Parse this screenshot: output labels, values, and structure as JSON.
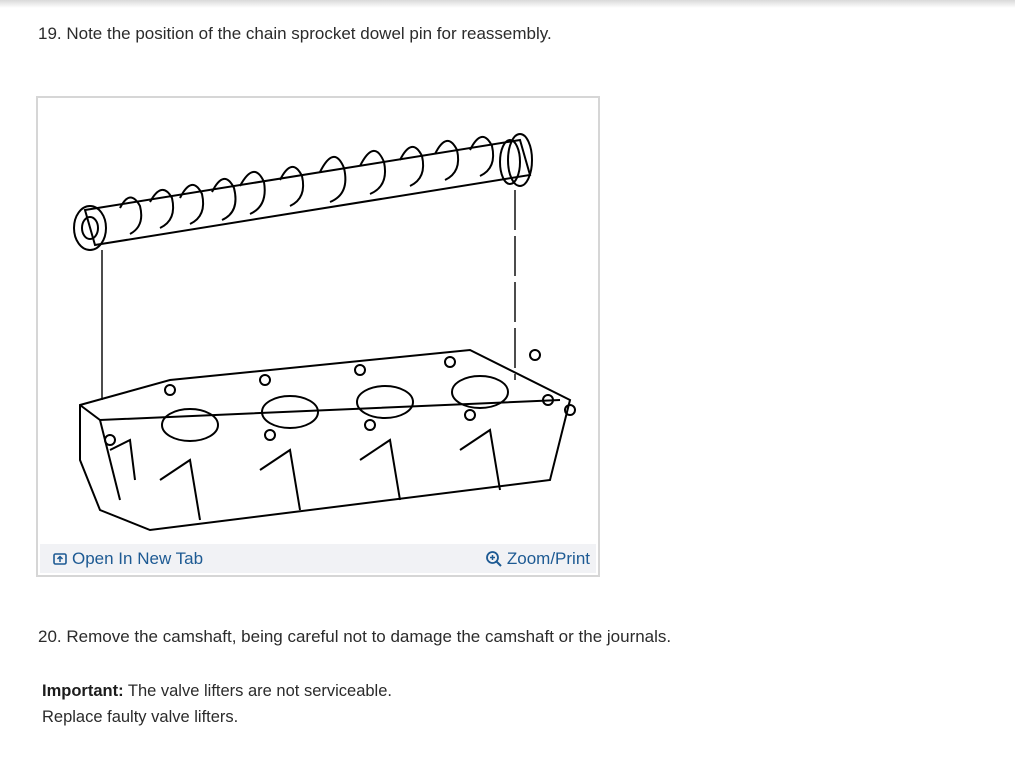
{
  "steps": {
    "step19": "19. Note the position of the chain sprocket dowel pin for reassembly.",
    "step20": "20. Remove the camshaft, being careful not to damage the camshaft or the journals."
  },
  "figure": {
    "open_label": "Open In New Tab",
    "zoom_label": "Zoom/Print",
    "icons": {
      "open": "open-in-new-tab-icon",
      "zoom": "zoom-in-icon"
    },
    "accent_color": "#1d5a93"
  },
  "important": {
    "label": "Important:",
    "line1": " The valve lifters are not serviceable.",
    "line2": "Replace faulty valve lifters."
  }
}
